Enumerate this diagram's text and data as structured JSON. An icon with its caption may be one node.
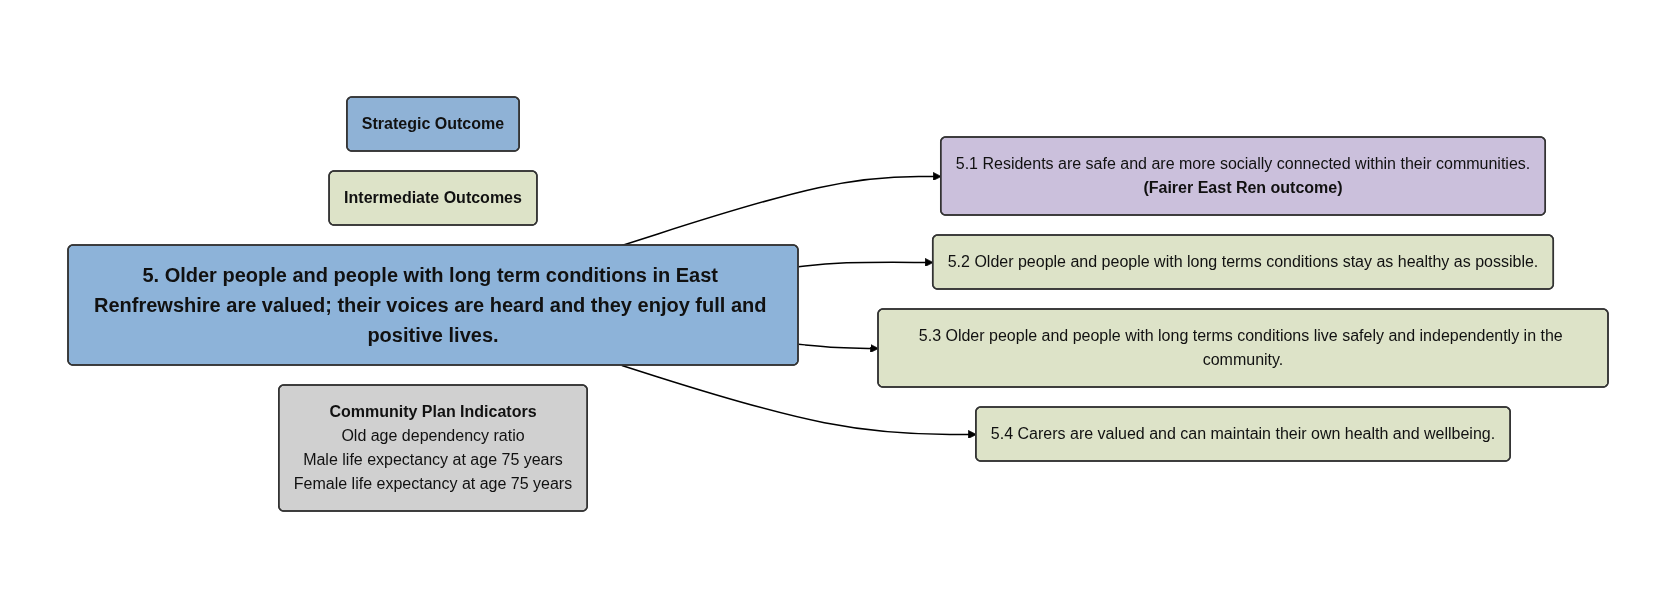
{
  "diagram": {
    "nodes": [
      {
        "text": [
          "Strategic Outcome"
        ]
      },
      {
        "text": [
          "Intermediate Outcomes"
        ]
      },
      {
        "text": [
          "5. Older people and people with long term conditions in East Renfrewshire are valued; their voices are heard and they enjoy full and positive lives."
        ]
      },
      {
        "text": [
          "5.1 Residents are safe and are more socially connected within their communities.",
          "(Fairer East Ren outcome)"
        ]
      },
      {
        "text": [
          "5.2 Older people and people with long terms conditions stay as healthy as possible."
        ]
      },
      {
        "text": [
          "5.3 Older people and people with long terms conditions live safely and independently in the community."
        ]
      },
      {
        "text": [
          "5.4 Carers are valued and can maintain their own health and wellbeing."
        ]
      },
      {
        "text": [
          "Community Plan Indicators",
          "Old age dependency ratio",
          "Male life expectancy at age 75 years",
          "Female life expectancy at age 75 years"
        ]
      }
    ],
    "edges": [
      {
        "from": 2,
        "to": 3,
        "arrow": "to"
      },
      {
        "from": 2,
        "to": 4,
        "arrow": "to"
      },
      {
        "from": 2,
        "to": 5,
        "arrow": "to"
      },
      {
        "from": 2,
        "to": 6,
        "arrow": "to"
      }
    ]
  }
}
